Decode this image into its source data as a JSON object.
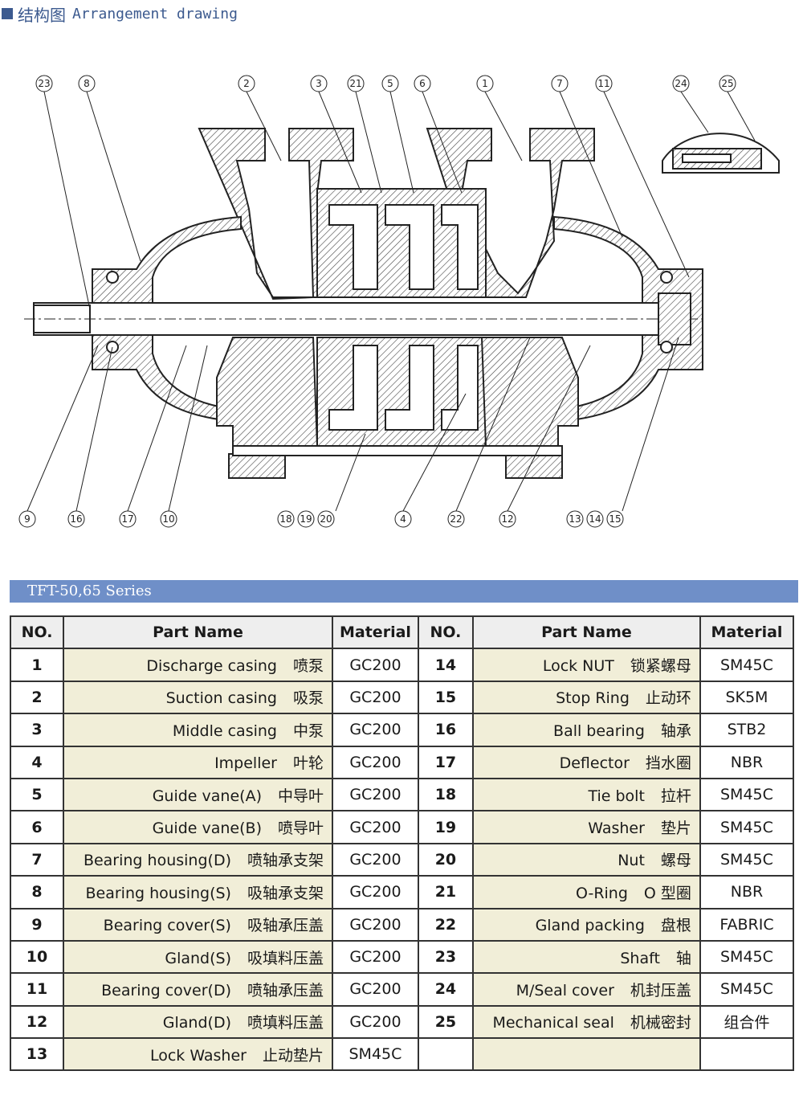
{
  "header": {
    "square_color": "#3c5a8f",
    "title_cn": "结构图",
    "title_en": "Arrangement drawing"
  },
  "drawing": {
    "callouts_top": [
      "23",
      "8",
      "2",
      "3",
      "21",
      "5",
      "6",
      "1",
      "7",
      "11",
      "24",
      "25"
    ],
    "callouts_bottom": [
      "9",
      "16",
      "17",
      "10",
      "18",
      "19",
      "20",
      "4",
      "22",
      "12",
      "13",
      "14",
      "15"
    ]
  },
  "series_label": "TFT-50,65 Series",
  "table": {
    "headers": {
      "no": "NO.",
      "part_name": "Part Name",
      "material": "Material"
    },
    "left": [
      {
        "no": "1",
        "name": "Discharge casing",
        "cn": "喷泵",
        "material": "GC200"
      },
      {
        "no": "2",
        "name": "Suction casing",
        "cn": "吸泵",
        "material": "GC200"
      },
      {
        "no": "3",
        "name": "Middle casing",
        "cn": "中泵",
        "material": "GC200"
      },
      {
        "no": "4",
        "name": "Impeller",
        "cn": "叶轮",
        "material": "GC200"
      },
      {
        "no": "5",
        "name": "Guide vane(A)",
        "cn": "中导叶",
        "material": "GC200"
      },
      {
        "no": "6",
        "name": "Guide vane(B)",
        "cn": "喷导叶",
        "material": "GC200"
      },
      {
        "no": "7",
        "name": "Bearing housing(D)",
        "cn": "喷轴承支架",
        "material": "GC200"
      },
      {
        "no": "8",
        "name": "Bearing housing(S)",
        "cn": "吸轴承支架",
        "material": "GC200"
      },
      {
        "no": "9",
        "name": "Bearing cover(S)",
        "cn": "吸轴承压盖",
        "material": "GC200"
      },
      {
        "no": "10",
        "name": "Gland(S)",
        "cn": "吸填料压盖",
        "material": "GC200"
      },
      {
        "no": "11",
        "name": "Bearing cover(D)",
        "cn": "喷轴承压盖",
        "material": "GC200"
      },
      {
        "no": "12",
        "name": "Gland(D)",
        "cn": "喷填料压盖",
        "material": "GC200"
      },
      {
        "no": "13",
        "name": "Lock Washer",
        "cn": "止动垫片",
        "material": "SM45C"
      }
    ],
    "right": [
      {
        "no": "14",
        "name": "Lock NUT",
        "cn": "锁紧螺母",
        "material": "SM45C"
      },
      {
        "no": "15",
        "name": "Stop Ring",
        "cn": "止动环",
        "material": "SK5M"
      },
      {
        "no": "16",
        "name": "Ball bearing",
        "cn": "轴承",
        "material": "STB2"
      },
      {
        "no": "17",
        "name": "Deflector",
        "cn": "挡水圈",
        "material": "NBR"
      },
      {
        "no": "18",
        "name": "Tie bolt",
        "cn": "拉杆",
        "material": "SM45C"
      },
      {
        "no": "19",
        "name": "Washer",
        "cn": "垫片",
        "material": "SM45C"
      },
      {
        "no": "20",
        "name": "Nut",
        "cn": "螺母",
        "material": "SM45C"
      },
      {
        "no": "21",
        "name": "O-Ring",
        "cn": "O 型圈",
        "material": "NBR"
      },
      {
        "no": "22",
        "name": "Gland packing",
        "cn": "盘根",
        "material": "FABRIC"
      },
      {
        "no": "23",
        "name": "Shaft",
        "cn": "轴",
        "material": "SM45C"
      },
      {
        "no": "24",
        "name": "M/Seal cover",
        "cn": "机封压盖",
        "material": "SM45C"
      },
      {
        "no": "25",
        "name": "Mechanical seal",
        "cn": "机械密封",
        "material": "组合件"
      },
      {
        "no": "",
        "name": "",
        "cn": "",
        "material": ""
      }
    ]
  }
}
